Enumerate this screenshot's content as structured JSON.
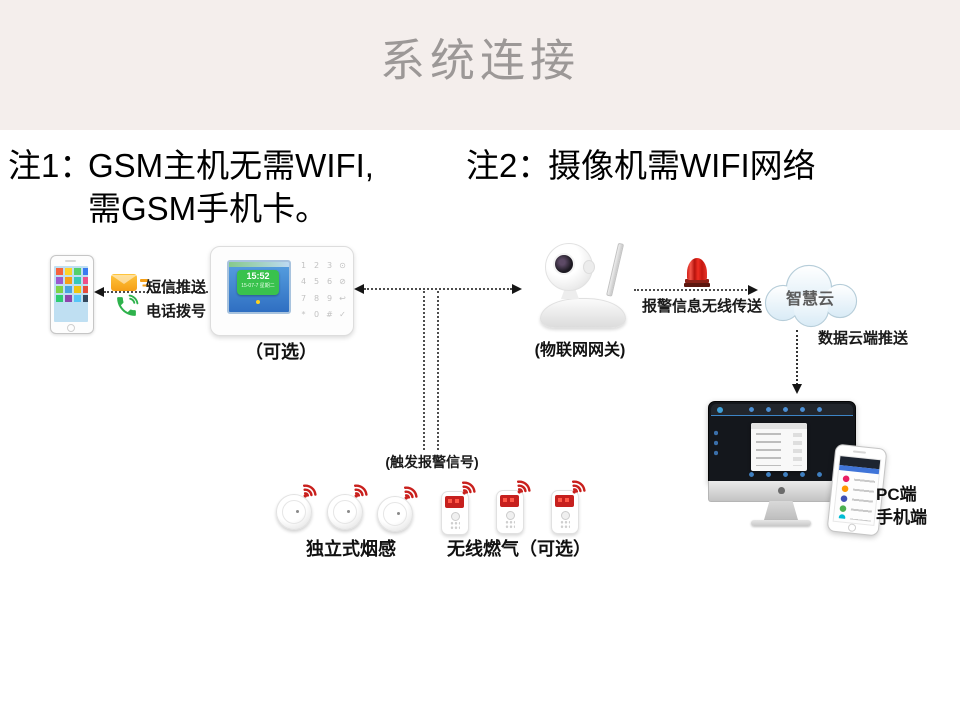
{
  "slide": {
    "title": "系统连接",
    "note1_label": "注1：",
    "note1_line1": "GSM主机无需WIFI,",
    "note1_line2": "需GSM手机卡。",
    "note2_label": "注2：",
    "note2_text": "摄像机需WIFI网络"
  },
  "diagram": {
    "sms_label": "短信推送",
    "call_label": "电话拨号",
    "panel_time": "15:52",
    "panel_date": "15-07-7 星期二",
    "panel_keypad": [
      [
        "1",
        "2",
        "3",
        "⊙"
      ],
      [
        "4",
        "5",
        "6",
        "⊘"
      ],
      [
        "7",
        "8",
        "9",
        "↩"
      ],
      [
        "*",
        "0",
        "#",
        "✓"
      ]
    ],
    "panel_caption": "（可选）",
    "camera_caption": "(物联网网关)",
    "alarm_link_label": "报警信息无线传送",
    "cloud_label": "智慧云",
    "cloud_push_label": "数据云端推送",
    "trigger_label": "(触发报警信号)",
    "smoke_caption": "独立式烟感",
    "gas_caption": "无线燃气（可选）",
    "pc_label": "PC端",
    "mobile_label": "手机端"
  },
  "colors": {
    "header_bg": "#f4eeec",
    "title_text": "#9c9897",
    "accent_red": "#c9201d",
    "envelope_yellow": "#f59f16",
    "call_green": "#2eb24c",
    "panel_screen_blue": "#3f8fd6",
    "panel_time_green": "#39c24d",
    "cloud_fill": "#d9ebf6"
  }
}
